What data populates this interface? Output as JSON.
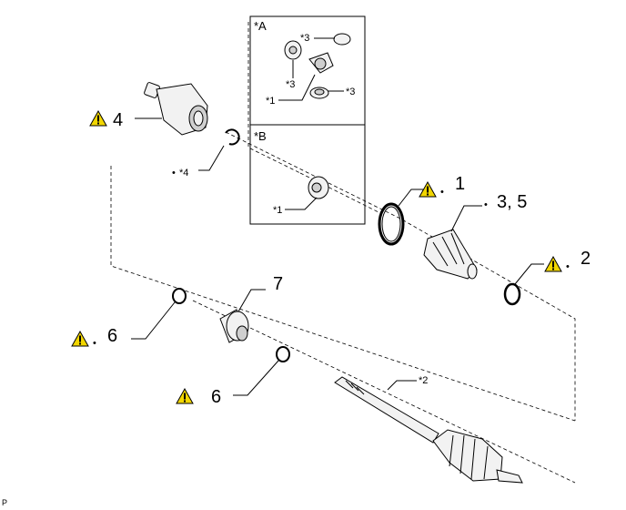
{
  "labels": {
    "part_4": "4",
    "part_1": "1",
    "part_35": "3, 5",
    "part_2": "2",
    "part_7": "7",
    "part_6_upper": "6",
    "part_6_lower": "6",
    "star4": "*4",
    "star2": "*2",
    "boxA_title": "*A",
    "boxA_star3_top": "*3",
    "boxA_star3_left": "*3",
    "boxA_star3_bottom": "*3",
    "boxA_star1": "*1",
    "boxB_title": "*B",
    "boxB_star1": "*1",
    "bullet": "•",
    "footer": "P"
  },
  "icons": {
    "warning": "warning-triangle-icon"
  },
  "colors": {
    "warning_fill": "#f2d600",
    "line": "#000000"
  }
}
